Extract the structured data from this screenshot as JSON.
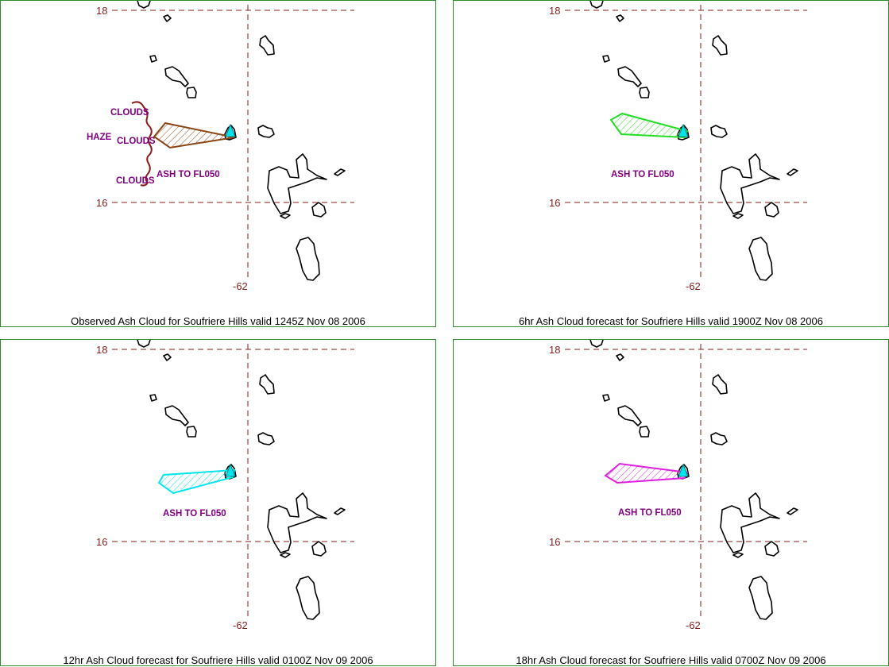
{
  "panels": [
    {
      "caption": "Observed Ash Cloud for Soufriere  Hills valid 1245Z Nov 08 2006",
      "ash_label": "ASH TO FL050",
      "ash_color": "#8b4513",
      "phenomena": {
        "clouds_top": "CLOUDS",
        "haze": "HAZE",
        "clouds_mid": "CLOUDS",
        "clouds_bottom": "CLOUDS"
      },
      "phenomena_color": "#8b1a1a"
    },
    {
      "caption": "6hr Ash Cloud forecast for Soufriere  Hills valid 1900Z Nov 08 2006",
      "ash_label": "ASH TO FL050",
      "ash_color": "#22dd22"
    },
    {
      "caption": "12hr Ash Cloud forecast for Soufriere  Hills valid 0100Z Nov 09 2006",
      "ash_label": "ASH TO FL050",
      "ash_color": "#00e5ee"
    },
    {
      "caption": "18hr Ash Cloud forecast for Soufriere  Hills valid 0700Z Nov 09 2006",
      "ash_label": "ASH TO FL050",
      "ash_color": "#e020e0"
    }
  ],
  "grid_labels": {
    "lat_top": "18",
    "lat_bottom": "16",
    "lon": "-62"
  },
  "colors": {
    "grid": "#8b1a1a",
    "border": "#2e8b2e",
    "label": "#800080",
    "volcano": "#00e5ee"
  },
  "volcano_icon": "volcano-triangle-icon"
}
